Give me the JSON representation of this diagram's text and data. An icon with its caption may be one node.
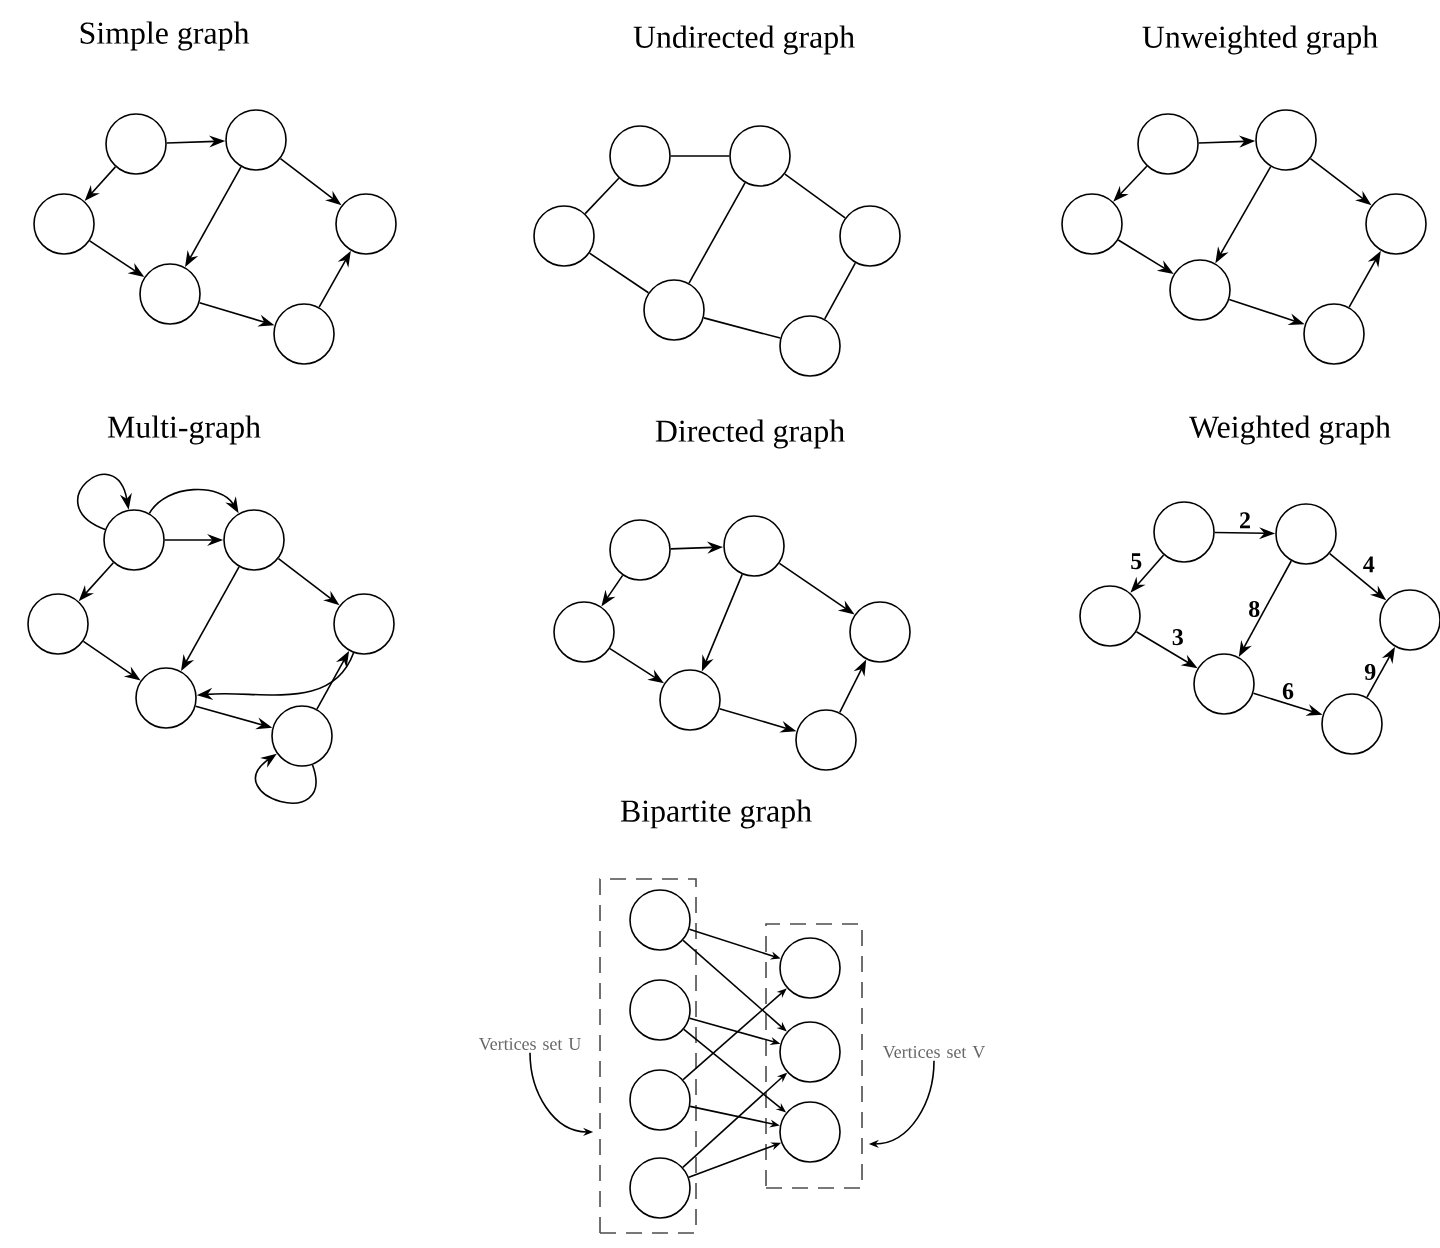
{
  "diagram": {
    "nodes": [
      {
        "text": [],
        "shape": "circle"
      },
      {
        "text": [],
        "shape": "circle"
      },
      {
        "text": [],
        "shape": "circle"
      },
      {
        "text": [],
        "shape": "circle"
      },
      {
        "text": [],
        "shape": "circle"
      },
      {
        "text": [],
        "shape": "circle"
      },
      {
        "text": [],
        "shape": "circle"
      },
      {
        "text": [],
        "shape": "circle"
      },
      {
        "text": [],
        "shape": "circle"
      },
      {
        "text": [],
        "shape": "circle"
      },
      {
        "text": [],
        "shape": "circle"
      },
      {
        "text": [],
        "shape": "circle"
      },
      {
        "text": [],
        "shape": "circle"
      },
      {
        "text": [],
        "shape": "circle"
      },
      {
        "text": [],
        "shape": "circle"
      },
      {
        "text": [],
        "shape": "circle"
      },
      {
        "text": [],
        "shape": "circle"
      },
      {
        "text": [],
        "shape": "circle"
      },
      {
        "text": [],
        "shape": "circle"
      },
      {
        "text": [],
        "shape": "circle"
      },
      {
        "text": [],
        "shape": "circle"
      },
      {
        "text": [],
        "shape": "circle"
      },
      {
        "text": [],
        "shape": "circle"
      },
      {
        "text": [],
        "shape": "circle"
      },
      {
        "text": [],
        "shape": "circle"
      },
      {
        "text": [],
        "shape": "circle"
      },
      {
        "text": [],
        "shape": "circle"
      },
      {
        "text": [],
        "shape": "circle"
      },
      {
        "text": [],
        "shape": "circle"
      },
      {
        "text": [],
        "shape": "circle"
      },
      {
        "text": [],
        "shape": "circle"
      },
      {
        "text": [],
        "shape": "circle"
      },
      {
        "text": [],
        "shape": "circle"
      },
      {
        "text": [],
        "shape": "circle"
      },
      {
        "text": [],
        "shape": "circle"
      },
      {
        "text": [],
        "shape": "circle"
      },
      {
        "text": [],
        "shape": "box"
      },
      {
        "text": [],
        "shape": "circle",
        "in": 36
      },
      {
        "text": [],
        "shape": "circle",
        "in": 36
      },
      {
        "text": [],
        "shape": "circle",
        "in": 36
      },
      {
        "text": [],
        "shape": "circle",
        "in": 36
      },
      {
        "text": [],
        "shape": "box"
      },
      {
        "text": [],
        "shape": "circle",
        "in": 41
      },
      {
        "text": [],
        "shape": "circle",
        "in": 41
      },
      {
        "text": [],
        "shape": "circle",
        "in": 41
      },
      {
        "text": [
          "Vertices set U"
        ]
      },
      {
        "text": [
          "Vertices set V"
        ]
      }
    ],
    "edges": [
      {
        "from": 0,
        "to": 1,
        "arrow": "to"
      },
      {
        "from": 0,
        "to": 2,
        "arrow": "to"
      },
      {
        "from": 1,
        "to": 3,
        "arrow": "to"
      },
      {
        "from": 1,
        "to": 4,
        "arrow": "to"
      },
      {
        "from": 2,
        "to": 4,
        "arrow": "to"
      },
      {
        "from": 4,
        "to": 5,
        "arrow": "to"
      },
      {
        "from": 5,
        "to": 3,
        "arrow": "to"
      },
      {
        "from": 6,
        "to": 7,
        "arrow": "none"
      },
      {
        "from": 6,
        "to": 8,
        "arrow": "none"
      },
      {
        "from": 7,
        "to": 9,
        "arrow": "none"
      },
      {
        "from": 7,
        "to": 10,
        "arrow": "none"
      },
      {
        "from": 8,
        "to": 10,
        "arrow": "none"
      },
      {
        "from": 10,
        "to": 11,
        "arrow": "none"
      },
      {
        "from": 11,
        "to": 9,
        "arrow": "none"
      },
      {
        "from": 12,
        "to": 13,
        "arrow": "to"
      },
      {
        "from": 12,
        "to": 14,
        "arrow": "to"
      },
      {
        "from": 13,
        "to": 15,
        "arrow": "to"
      },
      {
        "from": 13,
        "to": 16,
        "arrow": "to"
      },
      {
        "from": 14,
        "to": 16,
        "arrow": "to"
      },
      {
        "from": 16,
        "to": 17,
        "arrow": "to"
      },
      {
        "from": 17,
        "to": 15,
        "arrow": "to"
      },
      {
        "from": 18,
        "to": 19,
        "arrow": "to"
      },
      {
        "from": 18,
        "to": 20,
        "arrow": "to"
      },
      {
        "from": 19,
        "to": 21,
        "arrow": "to"
      },
      {
        "from": 19,
        "to": 22,
        "arrow": "to"
      },
      {
        "from": 20,
        "to": 22,
        "arrow": "to"
      },
      {
        "from": 22,
        "to": 23,
        "arrow": "to"
      },
      {
        "from": 23,
        "to": 21,
        "arrow": "to"
      },
      {
        "from": 18,
        "to": 19,
        "arrow": "to"
      },
      {
        "from": 18,
        "to": 18,
        "arrow": "to"
      },
      {
        "from": 21,
        "to": 22,
        "arrow": "to"
      },
      {
        "from": 23,
        "to": 23,
        "arrow": "to"
      },
      {
        "from": 24,
        "to": 25,
        "arrow": "to"
      },
      {
        "from": 24,
        "to": 26,
        "arrow": "to"
      },
      {
        "from": 25,
        "to": 27,
        "arrow": "to"
      },
      {
        "from": 25,
        "to": 28,
        "arrow": "to"
      },
      {
        "from": 26,
        "to": 28,
        "arrow": "to"
      },
      {
        "from": 28,
        "to": 29,
        "arrow": "to"
      },
      {
        "from": 29,
        "to": 27,
        "arrow": "to"
      },
      {
        "from": 30,
        "to": 31,
        "arrow": "to",
        "label": "2"
      },
      {
        "from": 30,
        "to": 32,
        "arrow": "to",
        "label": "5"
      },
      {
        "from": 31,
        "to": 33,
        "arrow": "to",
        "label": "4"
      },
      {
        "from": 31,
        "to": 34,
        "arrow": "to",
        "label": "8"
      },
      {
        "from": 32,
        "to": 34,
        "arrow": "to",
        "label": "3"
      },
      {
        "from": 34,
        "to": 35,
        "arrow": "to",
        "label": "6"
      },
      {
        "from": 35,
        "to": 33,
        "arrow": "to",
        "label": "9"
      },
      {
        "from": 37,
        "to": 42,
        "arrow": "to"
      },
      {
        "from": 37,
        "to": 43,
        "arrow": "to"
      },
      {
        "from": 38,
        "to": 43,
        "arrow": "to"
      },
      {
        "from": 38,
        "to": 44,
        "arrow": "to"
      },
      {
        "from": 39,
        "to": 42,
        "arrow": "to"
      },
      {
        "from": 39,
        "to": 44,
        "arrow": "to"
      },
      {
        "from": 40,
        "to": 43,
        "arrow": "to"
      },
      {
        "from": 40,
        "to": 44,
        "arrow": "to"
      },
      {
        "from": 45,
        "to": 36,
        "arrow": "to"
      },
      {
        "from": 46,
        "to": 41,
        "arrow": "to"
      }
    ],
    "labels": [
      "Simple graph",
      "Undirected graph",
      "Unweighted graph",
      "Multi-graph",
      "Directed graph",
      "Weighted graph",
      "Bipartite graph"
    ]
  }
}
